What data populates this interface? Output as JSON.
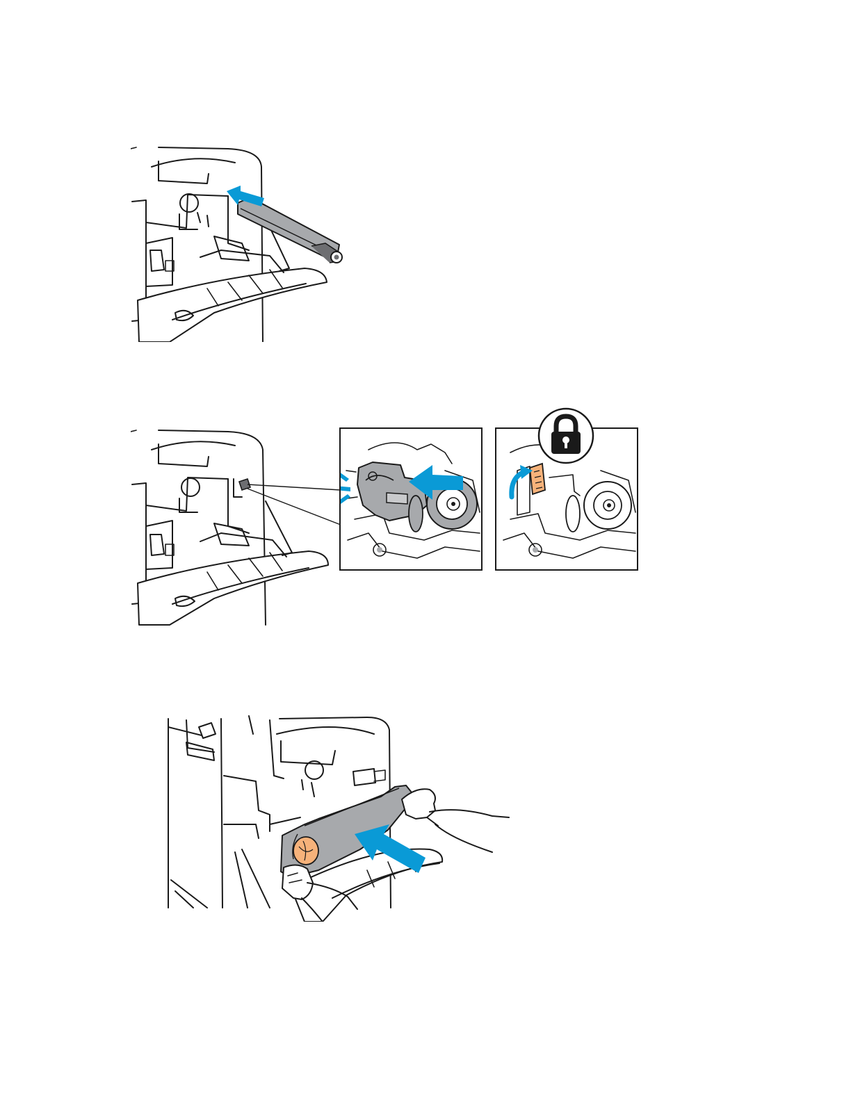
{
  "colors": {
    "arrow": "#0a9ad6",
    "part_gray": "#a7a9ac",
    "part_dark": "#6d6e71",
    "accent_orange": "#f6b27a",
    "line": "#1a1a1a"
  },
  "figures": [
    {
      "name": "insert-drum-cartridge",
      "icons": [
        "push-arrow-icon"
      ]
    },
    {
      "name": "lock-drum-cartridge",
      "icons": [
        "click-icon",
        "push-arrow-icon",
        "rotate-arrow-icon",
        "lock-icon"
      ]
    },
    {
      "name": "insert-waste-toner-container",
      "icons": [
        "push-arrow-icon"
      ]
    }
  ]
}
